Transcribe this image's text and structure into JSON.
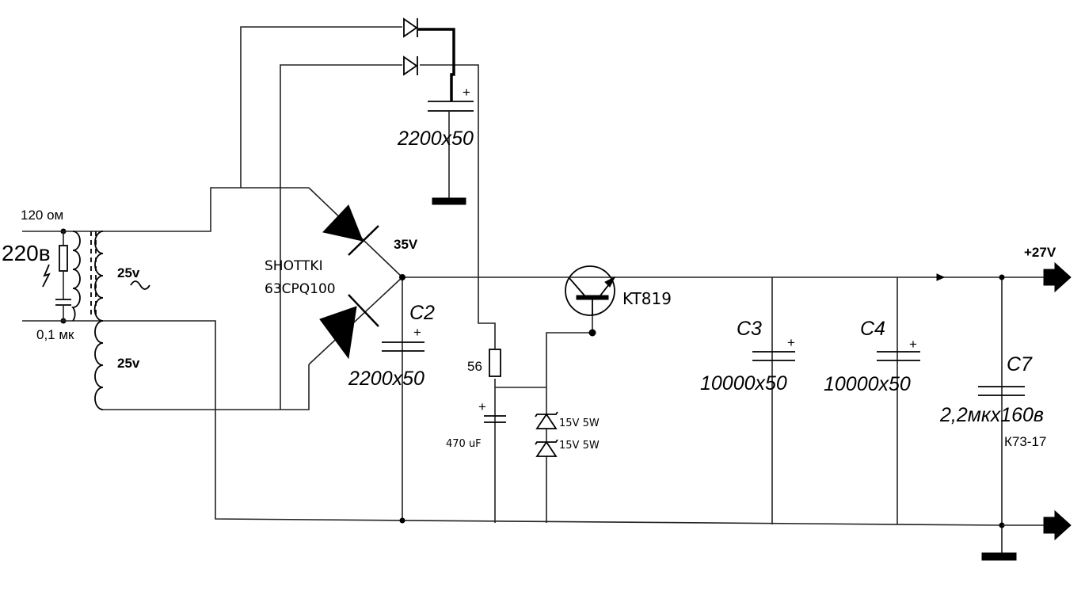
{
  "labels": {
    "r1": "120 ом",
    "mains": "220в",
    "cap_small": "0,1 мк",
    "winding_top": "25v",
    "winding_bottom": "25v",
    "diode_type": "SHOTTKI",
    "diode_part": "63CPQ100",
    "diode_voltage": "35V",
    "c2_name": "C2",
    "c2_value": "2200х50",
    "c1_value": "2200х50",
    "plus": "+",
    "r2": "56",
    "c470": "470 uF",
    "zener1": "15V 5W",
    "zener2": "15V 5W",
    "transistor": "KT819",
    "c3_name": "C3",
    "c3_value": "10000х50",
    "c4_name": "C4",
    "c4_value": "10000х50",
    "c7_name": "C7",
    "c7_value": "2,2мкх160в",
    "c7_type": "К73-17",
    "output": "+27V"
  }
}
